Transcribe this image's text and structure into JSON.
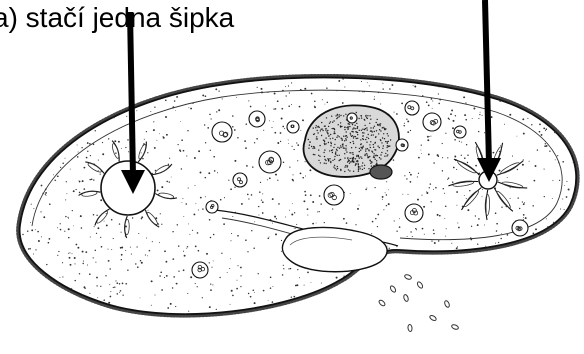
{
  "caption": "a) stačí jedna šipka",
  "colors": {
    "background": "#ffffff",
    "outline": "#111111",
    "arrow": "#000000"
  },
  "diagram": {
    "subject": "paramecium-line-drawing",
    "arrows": 2
  }
}
